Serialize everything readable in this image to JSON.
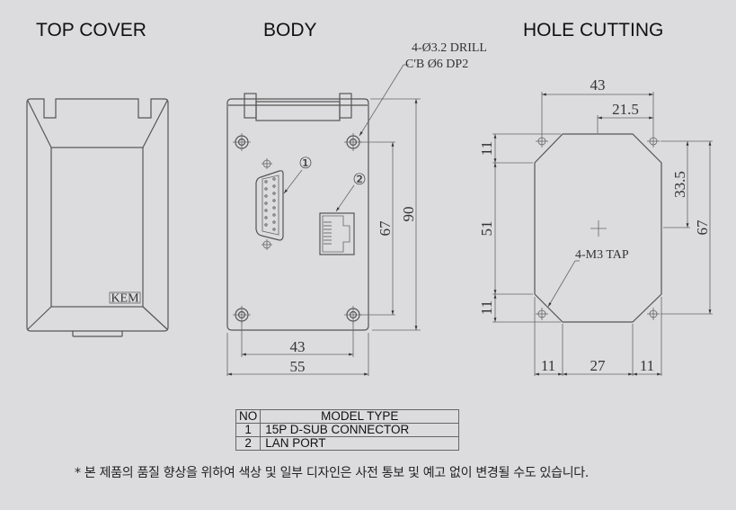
{
  "titles": {
    "top_cover": "TOP COVER",
    "body": "BODY",
    "hole_cutting": "HOLE CUTTING"
  },
  "top_cover": {
    "logo_text": "KEM"
  },
  "body": {
    "drill_note_line1": "4-Ø3.2 DRILL",
    "drill_note_line2": "C'B Ø6 DP2",
    "callout_1": "①",
    "callout_2": "②",
    "dim_hole_spacing_h": "43",
    "dim_width": "55",
    "dim_hole_spacing_v": "67",
    "dim_height": "90"
  },
  "hole_cutting": {
    "dim_hole_spacing_h": "43",
    "dim_half_spacing": "21.5",
    "dim_left_top": "11",
    "dim_left_middle": "51",
    "dim_left_bottom": "11",
    "dim_right_half": "33.5",
    "dim_right_full": "67",
    "dim_bottom_left": "11",
    "dim_bottom_middle": "27",
    "dim_bottom_right": "11",
    "tap_note": "4-M3 TAP"
  },
  "model_table": {
    "headers": {
      "no": "NO",
      "model_type": "MODEL  TYPE"
    },
    "rows": [
      {
        "no": "1",
        "model_type": "15P D-SUB CONNECTOR"
      },
      {
        "no": "2",
        "model_type": "LAN PORT"
      }
    ]
  },
  "disclaimer": "* 본 제품의 품질 향상을 위하여 색상 및 일부 디자인은 사전 통보 및 예고 없이 변경될 수도 있습니다."
}
